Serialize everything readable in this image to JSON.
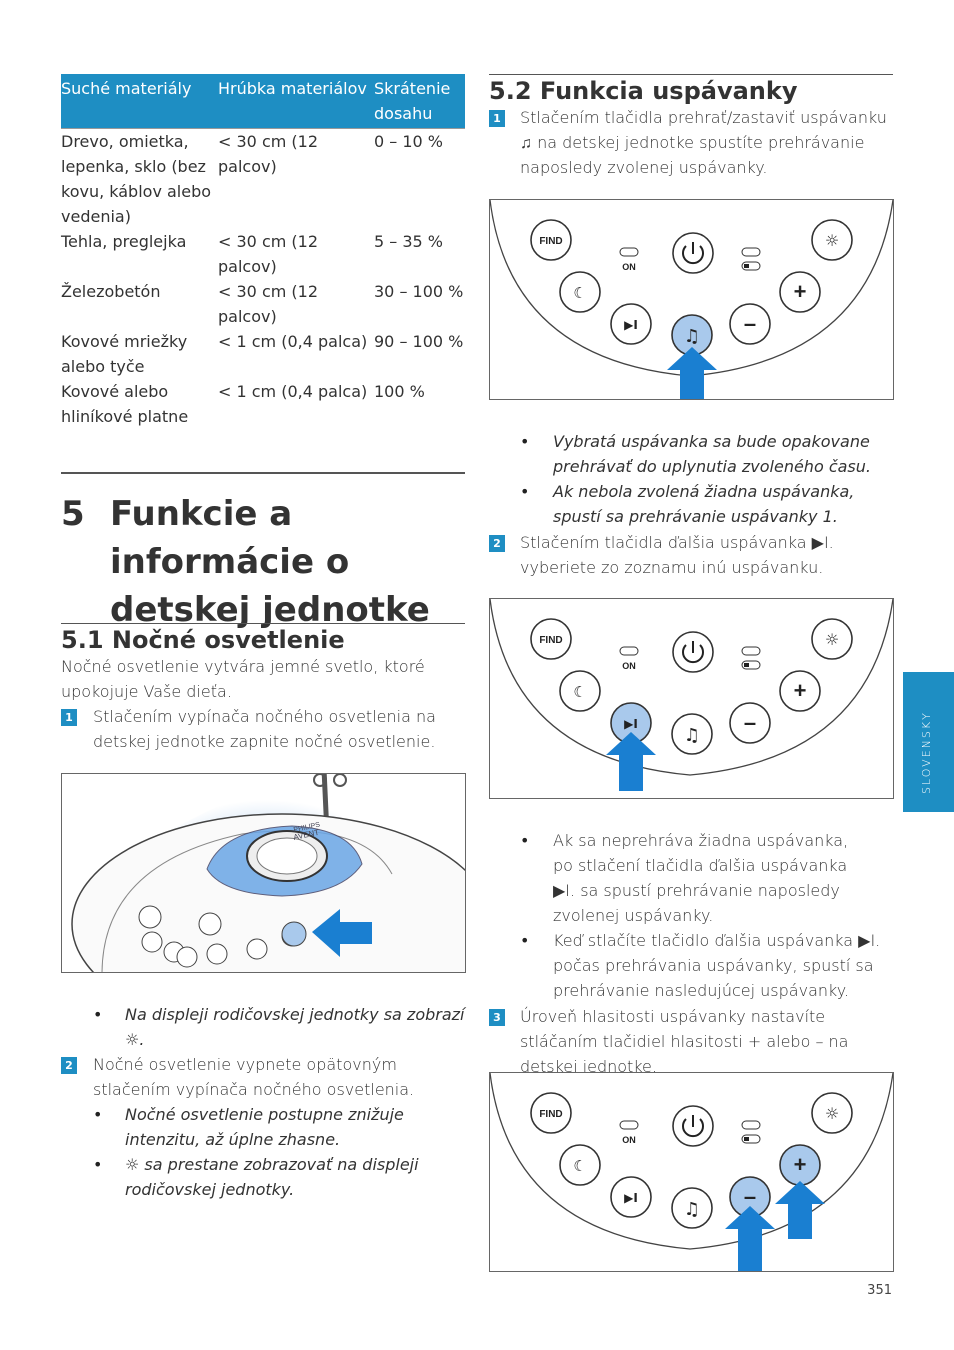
{
  "table": {
    "headers": [
      "Suché materiály",
      "Hrúbka materiálov",
      "Skrátenie dosahu"
    ],
    "rows": [
      [
        "Drevo, omietka, lepenka, sklo (bez kovu, káblov alebo vedenia)",
        "< 30 cm (12 palcov)",
        "0 – 10 %"
      ],
      [
        "Tehla, preglejka",
        "< 30 cm (12 palcov)",
        "5 – 35 %"
      ],
      [
        "Železobetón",
        "< 30 cm (12 palcov)",
        "30 – 100 %"
      ],
      [
        "Kovové mriežky alebo tyče",
        "< 1 cm (0,4 palca)",
        "90 – 100 %"
      ],
      [
        "Kovové alebo hliníkové platne",
        "< 1 cm (0,4 palca)",
        "100 %"
      ]
    ]
  },
  "chapter": {
    "number": "5",
    "title": "Funkcie a informácie o detskej jednotke"
  },
  "sec51": {
    "title": "5.1 Nočné osvetlenie",
    "intro": "Nočné osvetlenie vytvára jemné svetlo, ktoré upokojuje Vaše dieťa.",
    "step1_num": "1",
    "step1": "Stlačením vypínača nočného osvetlenia na detskej jednotke zapnite nočné osvetlenie.",
    "bullet1": "Na displeji rodičovskej jednotky sa zobrazí ☼.",
    "step2_num": "2",
    "step2": "Nočné osvetlenie vypnete opätovným stlačením vypínača nočného osvetlenia.",
    "bullet2": "Nočné osvetlenie postupne znižuje intenzitu, až úplne zhasne.",
    "bullet3": "☼ sa prestane zobrazovať na displeji rodičovskej jednotky."
  },
  "sec52": {
    "title": "5.2 Funkcia uspávanky",
    "step1_num": "1",
    "step1": "Stlačením tlačidla prehrať/zastaviť uspávanku ♫ na detskej jednotke spustíte prehrávanie naposledy zvolenej uspávanky.",
    "bullet1": "Vybratá uspávanka sa bude opakovane prehrávať do uplynutia zvoleného času.",
    "bullet2": "Ak nebola zvolená žiadna uspávanka, spustí sa prehrávanie uspávanky 1.",
    "step2_num": "2",
    "step2": "Stlačením tlačidla ďalšia uspávanka ▶I. vyberiete zo zoznamu inú uspávanku.",
    "bullet3": "Ak sa neprehráva žiadna uspávanka, po stlačení tlačidla ďalšia uspávanka ▶I. sa spustí prehrávanie naposledy zvolenej uspávanky.",
    "bullet4": "Keď stlačíte tlačidlo ďalšia uspávanka ▶I. počas prehrávania uspávanky, spustí sa prehrávanie nasledujúcej uspávanky.",
    "step3_num": "3",
    "step3": "Úroveň hlasitosti uspávanky nastavíte stláčaním tlačidiel hlasitosti + alebo – na detskej jednotke."
  },
  "panel": {
    "find": "FIND",
    "on": "ON",
    "plus": "+",
    "minus": "–"
  },
  "device": {
    "brand": "PHILIPS",
    "model": "AVENT"
  },
  "side_tab": "SLOVENSKY",
  "page_number": "351",
  "colors": {
    "accent": "#1e8ec3",
    "highlight": "#a9c9ec",
    "arrow": "#1a7fd1"
  }
}
